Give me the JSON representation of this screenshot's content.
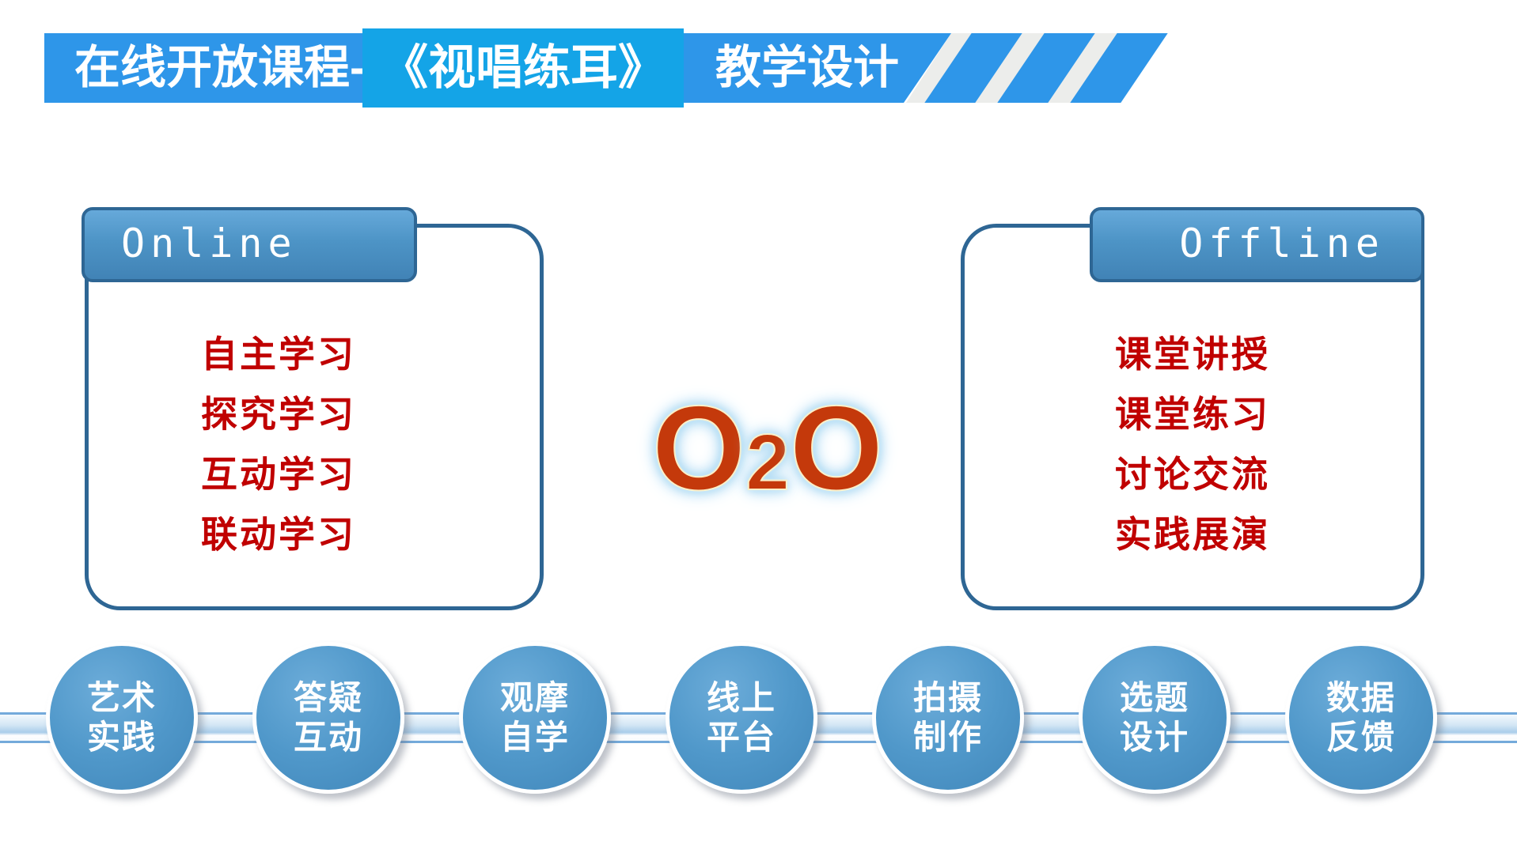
{
  "title": {
    "prefix": "在线开放课程-",
    "highlight": "《视唱练耳》",
    "suffix": "教学设计"
  },
  "online": {
    "label": "Online",
    "items": [
      "自主学习",
      "探究学习",
      "互动学习",
      "联动学习"
    ]
  },
  "offline": {
    "label": "Offline",
    "items": [
      "课堂讲授",
      "课堂练习",
      "讨论交流",
      "实践展演"
    ]
  },
  "center_badge": {
    "left": "O",
    "middle": "2",
    "right": "O"
  },
  "process_steps": [
    {
      "line1": "艺术",
      "line2": "实践"
    },
    {
      "line1": "答疑",
      "line2": "互动"
    },
    {
      "line1": "观摩",
      "line2": "自学"
    },
    {
      "line1": "线上",
      "line2": "平台"
    },
    {
      "line1": "拍摄",
      "line2": "制作"
    },
    {
      "line1": "选题",
      "line2": "设计"
    },
    {
      "line1": "数据",
      "line2": "反馈"
    }
  ],
  "colors": {
    "title_bar_blue": "#2e96e9",
    "title_highlight_blue": "#14a4e7",
    "panel_border_blue": "#2e6694",
    "tab_fill_blue": "#4d94c6",
    "item_text_red": "#c00000",
    "o2o_red": "#c4390b",
    "o2o_glow_blue": "#a6d6f2",
    "circle_blue": "#5098ca",
    "band_line_blue": "#74aadb"
  }
}
